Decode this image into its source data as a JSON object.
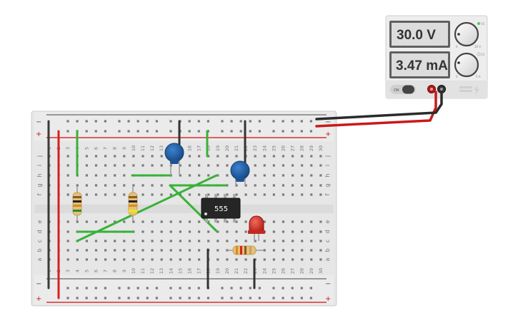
{
  "power_supply": {
    "voltage": "30.0 V",
    "current": "3.47 mA",
    "switch_label": "ON",
    "voltage_knob_min": "0",
    "voltage_knob_max": "30 V",
    "current_knob_min": "0",
    "current_knob_max": "5 A",
    "vc_label": "VC",
    "cc_label": "CC",
    "vc_led_color": "#5cc85c",
    "cc_led_color": "#d9d9d9"
  },
  "breadboard": {
    "column_labels": [
      "1",
      "2",
      "3",
      "4",
      "5",
      "6",
      "7",
      "8",
      "9",
      "10",
      "11",
      "12",
      "13",
      "14",
      "15",
      "16",
      "17",
      "18",
      "19",
      "20",
      "21",
      "22",
      "23",
      "24",
      "25",
      "26",
      "27",
      "28",
      "29",
      "30"
    ],
    "top_row_labels": [
      "j",
      "i",
      "h",
      "g",
      "f"
    ],
    "bottom_row_labels": [
      "e",
      "d",
      "c",
      "b",
      "a"
    ],
    "rail_minus": "−",
    "rail_plus": "+"
  },
  "chip": {
    "label": "555"
  },
  "colors": {
    "wire_green": "#38b238",
    "wire_black": "#333333",
    "wire_red": "#d91c1c",
    "capacitor_blue": "#1f5fa8",
    "led_red": "#d8342a",
    "board": "#e9e9e9",
    "rail_red": "#d93030"
  }
}
